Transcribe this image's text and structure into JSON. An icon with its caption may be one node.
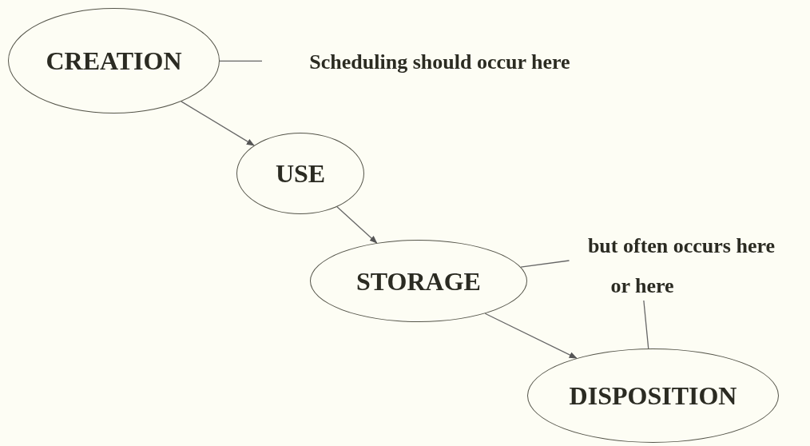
{
  "diagram": {
    "nodes": [
      {
        "text": [
          "CREATION"
        ]
      },
      {
        "text": [
          "USE"
        ]
      },
      {
        "text": [
          "STORAGE"
        ]
      },
      {
        "text": [
          "DISPOSITION"
        ]
      },
      {
        "text": [
          "Scheduling should occur here"
        ]
      },
      {
        "text": [
          "but often occurs here"
        ]
      },
      {
        "text": [
          "or here"
        ]
      }
    ],
    "edges": [
      {
        "from": 0,
        "to": 1,
        "arrow": "to"
      },
      {
        "from": 1,
        "to": 2,
        "arrow": "to"
      },
      {
        "from": 2,
        "to": 3,
        "arrow": "to"
      },
      {
        "from": 4,
        "to": 0,
        "arrow": "none"
      },
      {
        "from": 5,
        "to": 2,
        "arrow": "none"
      },
      {
        "from": 6,
        "to": 3,
        "arrow": "none"
      }
    ]
  }
}
